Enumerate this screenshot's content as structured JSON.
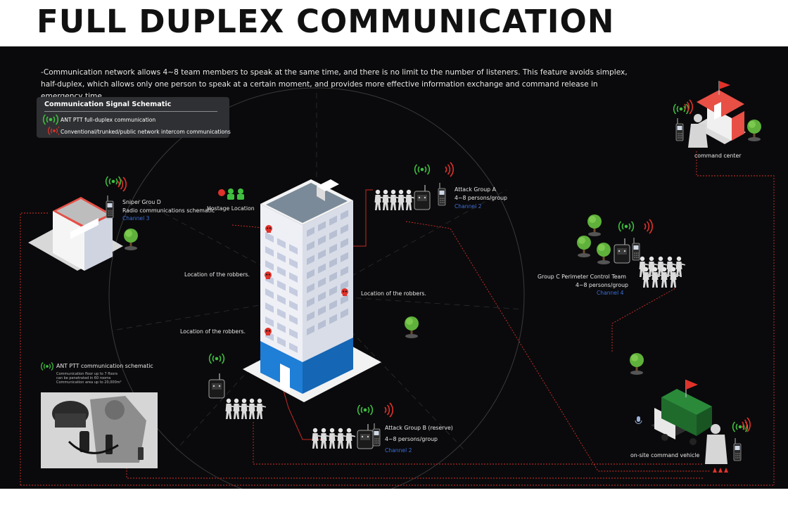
{
  "title": "FULL DUPLEX COMMUNICATION",
  "intro": "-Communication network allows 4~8 team members to speak at the same time, and there is no limit to the number of listeners. This feature avoids simplex, half-duplex, which allows only one person to speak at a certain moment, and provides more effective information exchange and command release in emergency time.",
  "legend": {
    "title": "Communication Signal Schematic",
    "items": [
      {
        "label": "ANT PTT full-duplex communication",
        "color": "#3fbf3f"
      },
      {
        "label": "Conventional/trunked/public network intercom communications",
        "color": "#e0322a"
      }
    ]
  },
  "sniper": {
    "name": "Sniper Grou D",
    "desc": "Radio communications schematic",
    "channel": "Channel 3"
  },
  "hostage": "Hostage Location",
  "attack_a": {
    "name": "Attack Group A",
    "desc": "4~8 persons/group",
    "channel": "Channel 2"
  },
  "attack_b": {
    "name": "Attack Group B (reserve)",
    "desc": "4~8 persons/group",
    "channel": "Channel 2"
  },
  "group_c": {
    "name": "Group C Perimeter Control Team",
    "desc": "4~8 persons/group",
    "channel": "Channel 4"
  },
  "robbers": [
    "Location of the robbers.",
    "Location of the robbers.",
    "Location of the robbers."
  ],
  "command_center": "command center",
  "vehicle": "on-site command vehicle",
  "ant_schematic": {
    "title": "ANT PTT communication schematic",
    "lines": [
      "Communication floor up to 7 floors",
      "can be penetrated in 60 rooms",
      "Communication area up to 20,000m²"
    ]
  },
  "colors": {
    "green": "#3fbf3f",
    "red": "#e0322a",
    "channel": "#3b6fd6",
    "building_blue": "#1f7ed6"
  }
}
